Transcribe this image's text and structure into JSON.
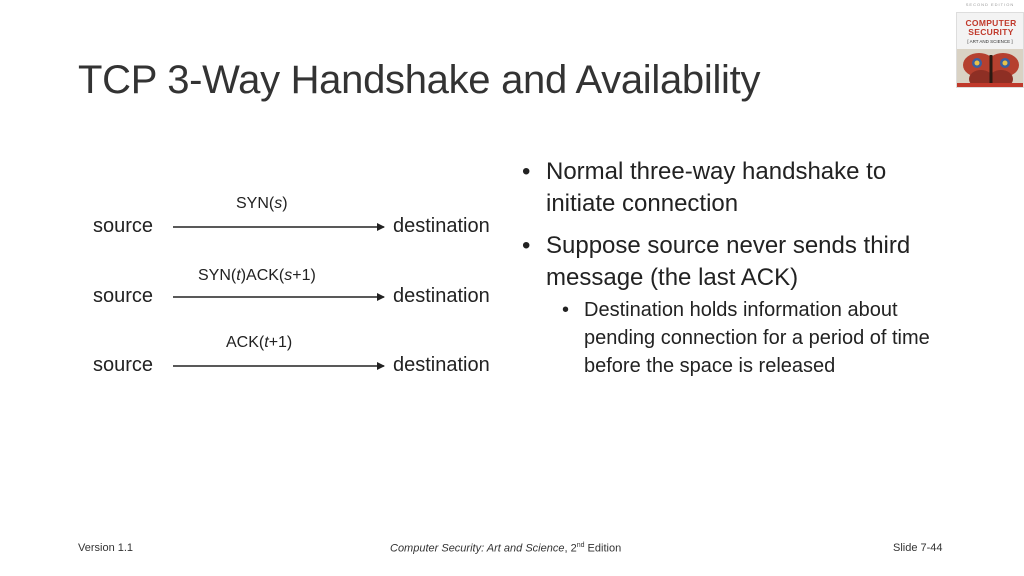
{
  "slide": {
    "title": "TCP 3-Way Handshake and Availability"
  },
  "book_cover": {
    "edition_tag": "SECOND EDITION",
    "line1": "COMPUTER",
    "line2": "SECURITY",
    "line3": "[ ART AND SCIENCE ]",
    "icon": "butterfly-image"
  },
  "diagram": {
    "rows": [
      {
        "left": "source",
        "right": "destination",
        "msg_parts": [
          "SYN(",
          "s",
          ")"
        ]
      },
      {
        "left": "source",
        "right": "destination",
        "msg_parts": [
          "SYN(",
          "t",
          ")ACK(",
          "s",
          "+1)"
        ]
      },
      {
        "left": "source",
        "right": "destination",
        "msg_parts": [
          "ACK(",
          "t",
          "+1)"
        ]
      }
    ]
  },
  "bullets": [
    {
      "text": "Normal three-way handshake to initiate connection",
      "level": 1
    },
    {
      "text": "Suppose source never sends third message (the last ACK)",
      "level": 1
    },
    {
      "text": "Destination holds information about pending connection for a period of time before the space is released",
      "level": 2
    }
  ],
  "footer": {
    "version": "Version 1.1",
    "book_title": "Computer Security: Art and Science",
    "edition_number": "2",
    "edition_suffix": "nd",
    "edition_word": " Edition",
    "slide_number": "Slide 7-44"
  },
  "colors": {
    "title": "#333333",
    "cover_accent": "#c0392b"
  }
}
